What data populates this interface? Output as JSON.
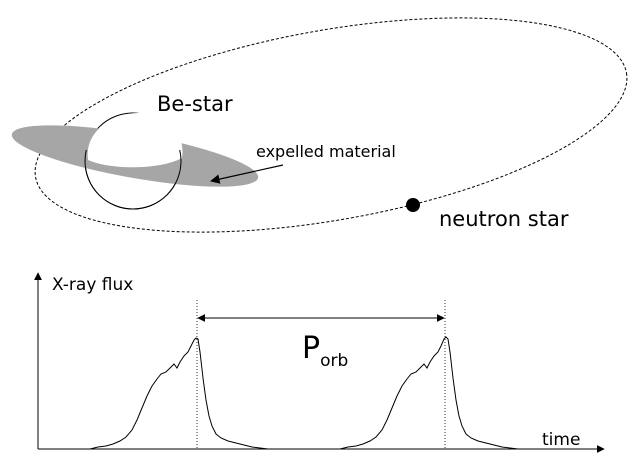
{
  "labels": {
    "be_star": "Be-star",
    "expelled_material": "expelled material",
    "neutron_star": "neutron star",
    "y_axis": "X-ray flux",
    "x_axis": "time",
    "period_main": "P",
    "period_sub": "orb"
  },
  "colors": {
    "disk": "#a6a6a6",
    "ink": "#000000",
    "star_fill": "#ffffff"
  }
}
